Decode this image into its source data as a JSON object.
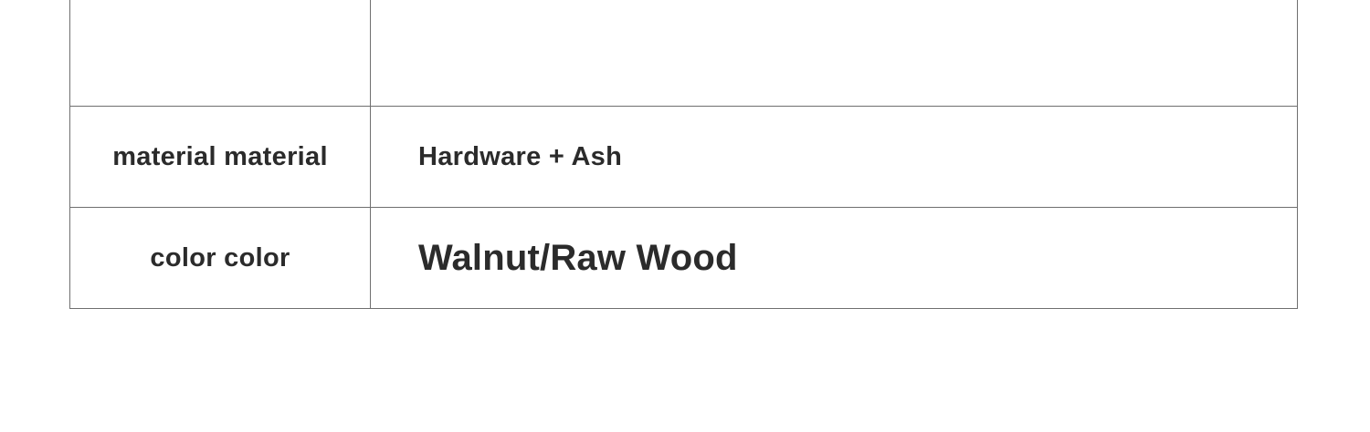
{
  "page": {
    "background": "#ffffff",
    "border_color": "#6f6f6f",
    "text_color": "#2b2b2b"
  },
  "spec_table": {
    "rows": [
      {
        "label": "",
        "value": ""
      },
      {
        "label": "material material",
        "value": "Hardware + Ash"
      },
      {
        "label": "color color",
        "value": "Walnut/Raw Wood"
      }
    ]
  }
}
